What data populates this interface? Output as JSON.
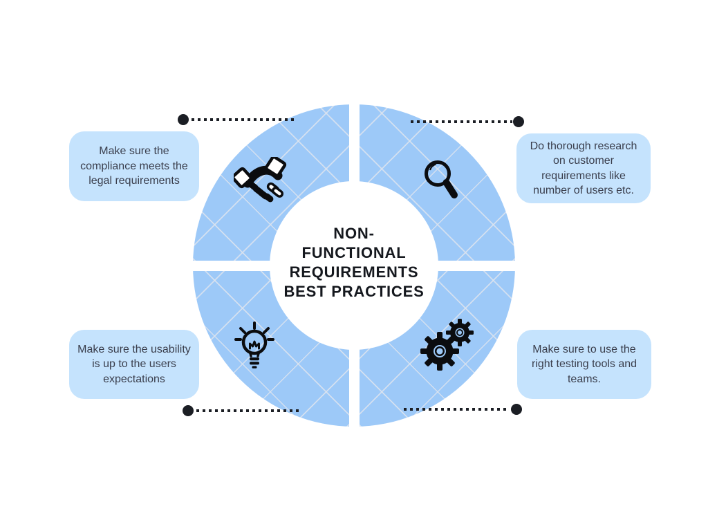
{
  "center": {
    "title": "NON-FUNCTIONAL REQUIREMENTS BEST PRACTICES",
    "title_lines": [
      "NON-",
      "FUNCTIONAL",
      "REQUIREMENTS",
      "BEST PRACTICES"
    ]
  },
  "quadrants": [
    {
      "id": "top-left",
      "icon": "handshake-icon",
      "label": "Make sure the compliance meets the legal requirements",
      "lines": [
        "Make sure the",
        "compliance meets the",
        "legal requirements"
      ]
    },
    {
      "id": "top-right",
      "icon": "magnifier-icon",
      "label": "Do thorough research on customer requirements like number of users etc.",
      "lines": [
        "Do thorough research",
        "on customer",
        "requirements like",
        "number of users etc."
      ]
    },
    {
      "id": "bottom-left",
      "icon": "lightbulb-icon",
      "label": "Make sure the usability is up to the users expectations",
      "lines": [
        "Make sure the usability",
        "is up to the users",
        "expectations"
      ]
    },
    {
      "id": "bottom-right",
      "icon": "gears-icon",
      "label": "Make sure to use the right testing tools and teams.",
      "lines": [
        "Make sure to use the",
        "right testing tools and",
        "teams."
      ]
    }
  ],
  "colors": {
    "quadrant_blue": "#9dc9f8",
    "box_blue": "#c5e3fd",
    "box_text": "#3a3e4c",
    "title_text": "#15181e",
    "connector": "#1b1e24",
    "bg": "#ffffff"
  }
}
